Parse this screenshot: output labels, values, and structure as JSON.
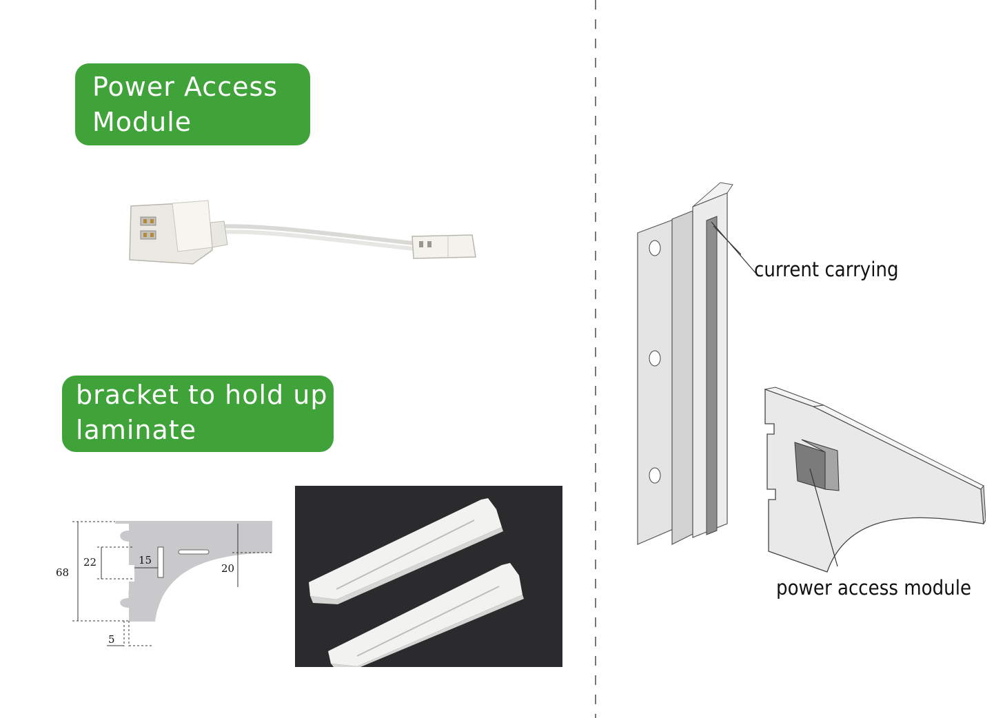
{
  "labels": {
    "power_access_module": [
      "Power Access",
      "Module"
    ],
    "bracket": [
      "bracket to hold up",
      "laminate"
    ]
  },
  "callouts": {
    "current_carrying": "current carrying",
    "power_access_module": "power access module"
  },
  "dimensions": {
    "height": "68",
    "slot_height": "22",
    "slot_width": "15",
    "arm_depth": "20",
    "hook_offset": "5"
  },
  "colors": {
    "accent_green": "#3fa33a",
    "divider": "#777777",
    "bracket_fill": "#c9c9cb",
    "photo_bg": "#2b2b2d"
  },
  "icons": [
    "connector-cable-image",
    "bracket-drawing",
    "bracket-photo",
    "rail-illustration",
    "bracket-module-illustration"
  ]
}
